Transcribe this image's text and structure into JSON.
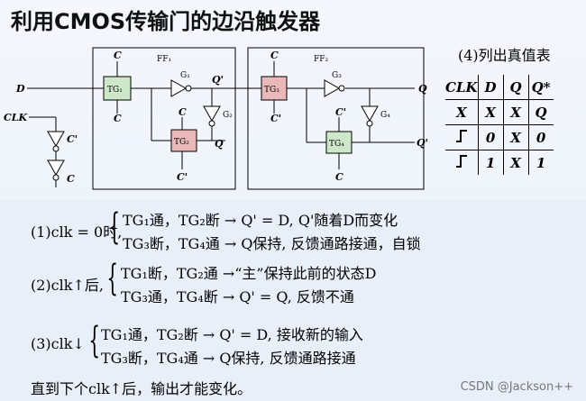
{
  "title": "利用CMOS传输门的边沿触发器",
  "diagram": {
    "signals": {
      "D": "D",
      "CLK": "CLK",
      "Q": "Q",
      "Q_prime": "Q'",
      "Q1": "Q",
      "Q1p": "Q'",
      "C": "C",
      "Cbar": "C'"
    },
    "ff1_label": "FF₁",
    "ff2_label": "FF₂",
    "blocks": [
      "TG₁",
      "TG₂",
      "TG₃",
      "TG₄"
    ],
    "gates": [
      "G₁",
      "G₂",
      "G₃",
      "G₄"
    ],
    "colors": {
      "tg_green": "#cce8c8",
      "tg_red": "#eab8b8"
    }
  },
  "truth_table": {
    "title": "(4)列出真值表",
    "headers": [
      "CLK",
      "D",
      "Q",
      "Q*"
    ],
    "rows": [
      [
        "X",
        "X",
        "X",
        "Q"
      ],
      [
        "rise",
        "0",
        "X",
        "0"
      ],
      [
        "rise",
        "1",
        "X",
        "1"
      ]
    ]
  },
  "explanations": [
    {
      "label": "(1)clk = 0时,",
      "lines": [
        "TG₁通，TG₂断 → Q' = D, Q'随着D而变化",
        "TG₃断，TG₄通 → Q保持, 反馈通路接通，自锁"
      ]
    },
    {
      "label": "(2)clk↑后,",
      "lines": [
        "TG₁断，TG₂通 →“主”保持此前的状态D",
        "TG₃通，TG₄断 → Q' = Q, 反馈不通"
      ]
    },
    {
      "label": "(3)clk↓",
      "lines": [
        "TG₁通，TG₂断 → Q' = D, 接收新的输入",
        "TG₃断，TG₄通 → Q保持, 反馈通路接通"
      ]
    }
  ],
  "footer": "直到下个clk↑后，输出才能变化。",
  "watermark": "CSDN @Jackson++"
}
